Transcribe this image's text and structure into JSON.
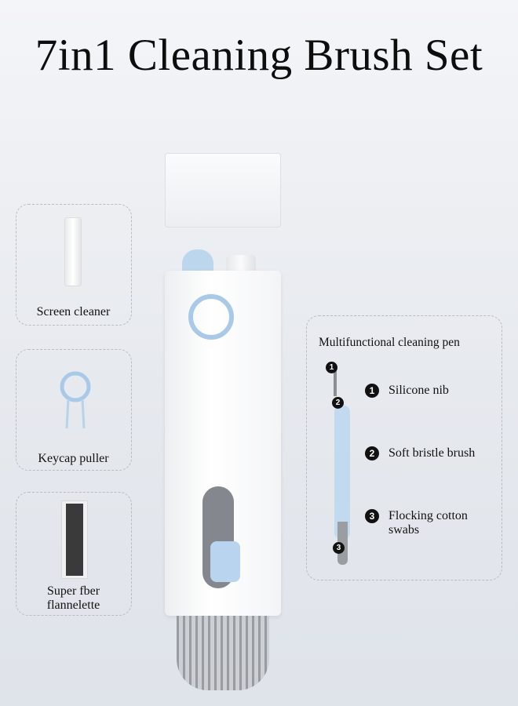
{
  "title": "7in1 Cleaning Brush Set",
  "left_items": [
    {
      "label": "Screen cleaner"
    },
    {
      "label": "Keycap puller"
    },
    {
      "label_line1": "Super fber",
      "label_line2": "flannelette"
    }
  ],
  "pen_panel": {
    "heading": "Multifunctional cleaning pen",
    "features": [
      {
        "num": "1",
        "label": "Silicone nib"
      },
      {
        "num": "2",
        "label": "Soft bristle brush"
      },
      {
        "num": "3",
        "label_line1": "Flocking cotton",
        "label_line2": "swabs"
      }
    ]
  },
  "colors": {
    "accent_blue": "#b8d3ec",
    "ink": "#111111"
  }
}
